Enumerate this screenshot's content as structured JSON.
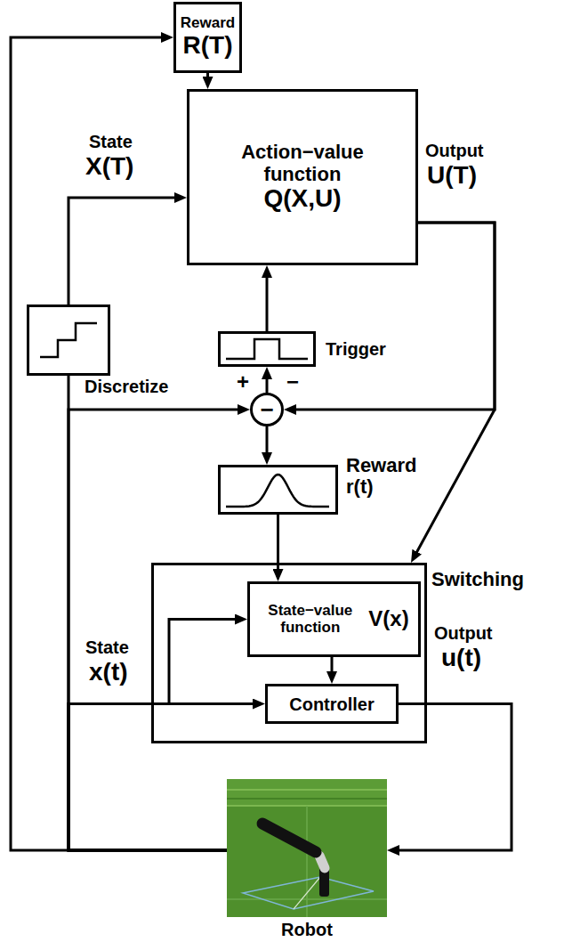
{
  "diagram": {
    "nodes": [
      {
        "text": [
          "Reward",
          "R(T)"
        ]
      },
      {
        "text": [
          "Action−value function",
          "Q(X,U)"
        ]
      },
      {
        "text": [
          "Discretize"
        ]
      },
      {
        "text": [
          "Trigger"
        ]
      },
      {
        "text": [
          "−"
        ]
      },
      {
        "text": [
          "Reward r(t)"
        ]
      },
      {
        "text": [
          "Switching"
        ]
      },
      {
        "text": [
          "State−value function",
          "V(x)"
        ],
        "in": 6
      },
      {
        "text": [
          "Controller"
        ],
        "in": 6
      },
      {
        "text": [
          "Robot"
        ]
      }
    ],
    "edges": [
      {
        "from": 9,
        "to": 0,
        "arrow": "to"
      },
      {
        "from": 0,
        "to": 1,
        "arrow": "to"
      },
      {
        "from": 2,
        "to": 1,
        "arrow": "to"
      },
      {
        "from": 9,
        "to": 2,
        "arrow": "none"
      },
      {
        "from": 3,
        "to": 1,
        "arrow": "to"
      },
      {
        "from": 4,
        "to": 3,
        "arrow": "to"
      },
      {
        "from": 1,
        "to": 4,
        "arrow": "to"
      },
      {
        "from": 9,
        "to": 4,
        "arrow": "to"
      },
      {
        "from": 4,
        "to": 5,
        "arrow": "to"
      },
      {
        "from": 1,
        "to": 6,
        "arrow": "to"
      },
      {
        "from": 5,
        "to": 7,
        "arrow": "to"
      },
      {
        "from": 9,
        "to": 7,
        "arrow": "to"
      },
      {
        "from": 9,
        "to": 8,
        "arrow": "to"
      },
      {
        "from": 7,
        "to": 8,
        "arrow": "to"
      },
      {
        "from": 8,
        "to": 9,
        "arrow": "to"
      }
    ],
    "labels": [
      "State",
      "X(T)",
      "Output",
      "U(T)",
      "+",
      "−",
      "State",
      "x(t)",
      "Output",
      "u(t)"
    ]
  }
}
